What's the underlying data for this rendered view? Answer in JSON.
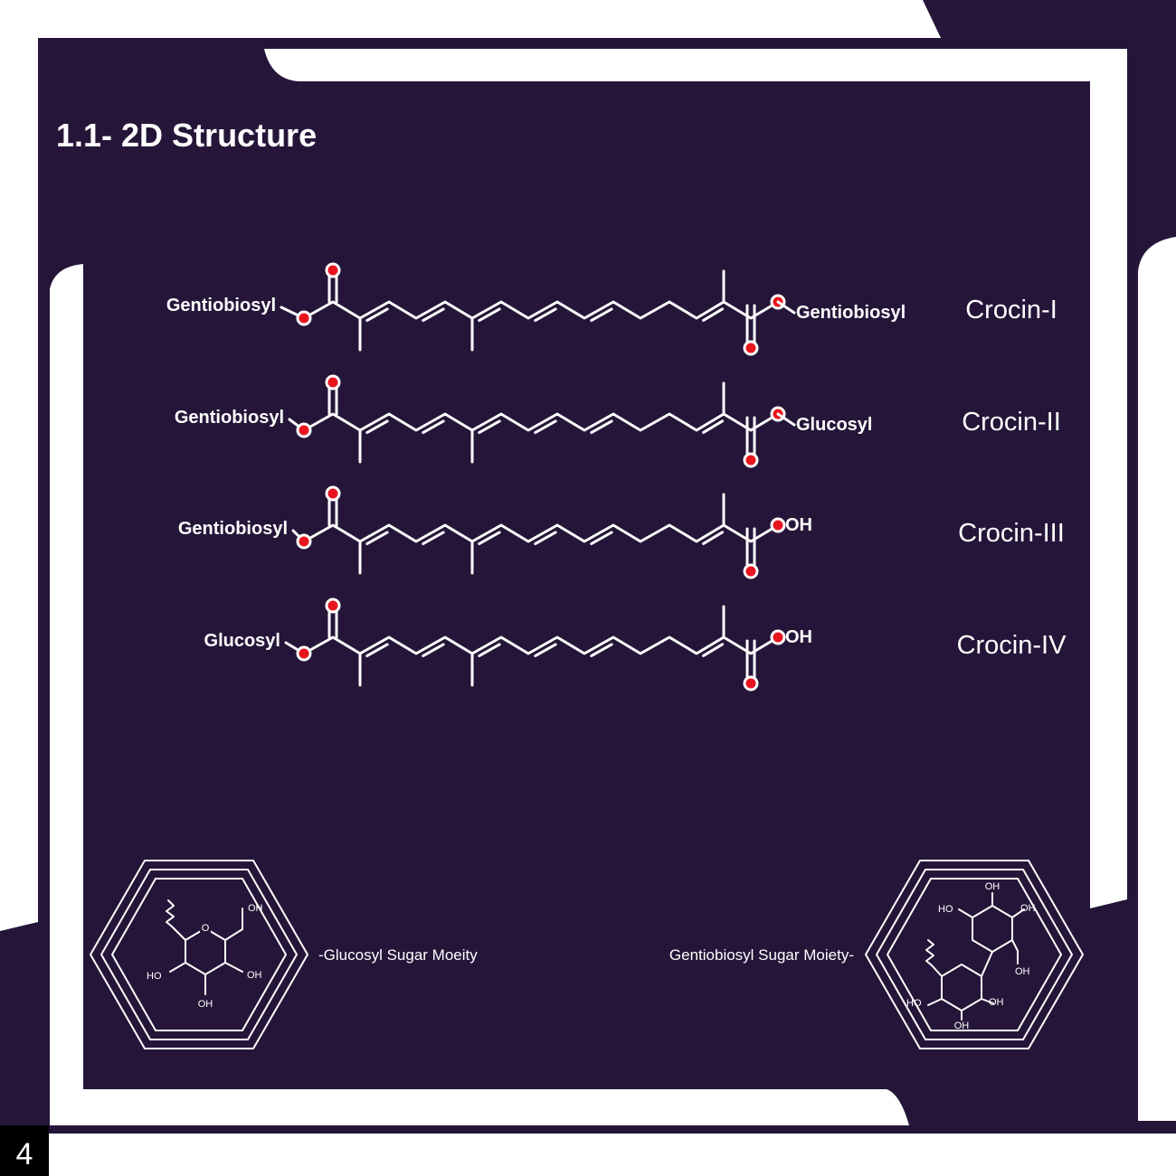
{
  "page": {
    "title": "1.1- 2D Structure",
    "page_number": "4"
  },
  "colors": {
    "background": "#251639",
    "frame": "#ffffff",
    "oxygen": "#e8141e"
  },
  "molecules": [
    {
      "name": "Crocin-I",
      "left": "Gentiobiosyl",
      "right": "Gentiobiosyl",
      "right_type": "ester"
    },
    {
      "name": "Crocin-II",
      "left": "Gentiobiosyl",
      "right": "Glucosyl",
      "right_type": "ester"
    },
    {
      "name": "Crocin-III",
      "left": "Gentiobiosyl",
      "right": "OH",
      "right_type": "acid"
    },
    {
      "name": "Crocin-IV",
      "left": "Glucosyl",
      "right": "OH",
      "right_type": "acid"
    }
  ],
  "moieties": {
    "glucosyl_label": "-Glucosyl Sugar Moeity",
    "gentiobiosyl_label": "Gentiobiosyl Sugar Moiety-",
    "o": "O",
    "oh": "OH",
    "ho": "HO"
  }
}
